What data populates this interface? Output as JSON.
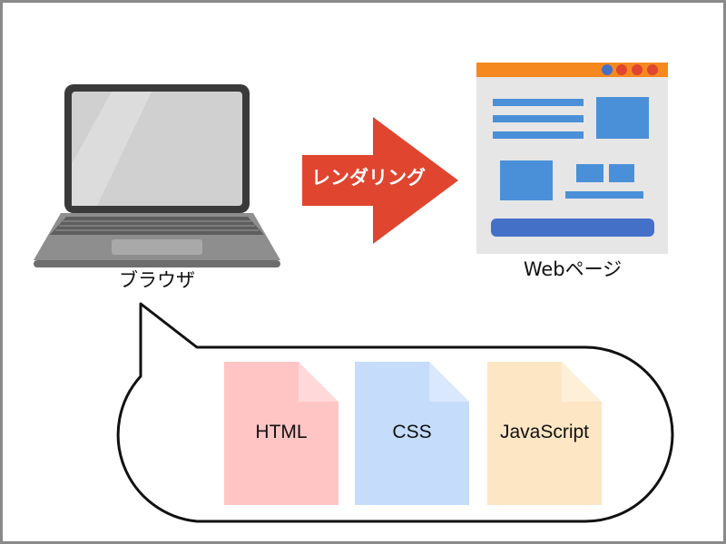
{
  "browser": {
    "label": "ブラウザ"
  },
  "rendering": {
    "label": "レンダリング"
  },
  "webpage": {
    "label": "Webページ"
  },
  "files": [
    {
      "label": "HTML",
      "color": "#ffc5c5"
    },
    {
      "label": "CSS",
      "color": "#c5dcfb"
    },
    {
      "label": "JavaScript",
      "color": "#fde6c4"
    }
  ],
  "colors": {
    "arrow": "#e04530",
    "webpage_header": "#f5891f",
    "webpage_block": "#4a90d9",
    "webpage_bar": "#4470c8",
    "window_buttons": [
      "#4470c8",
      "#e04530",
      "#e04530",
      "#e04530"
    ]
  }
}
